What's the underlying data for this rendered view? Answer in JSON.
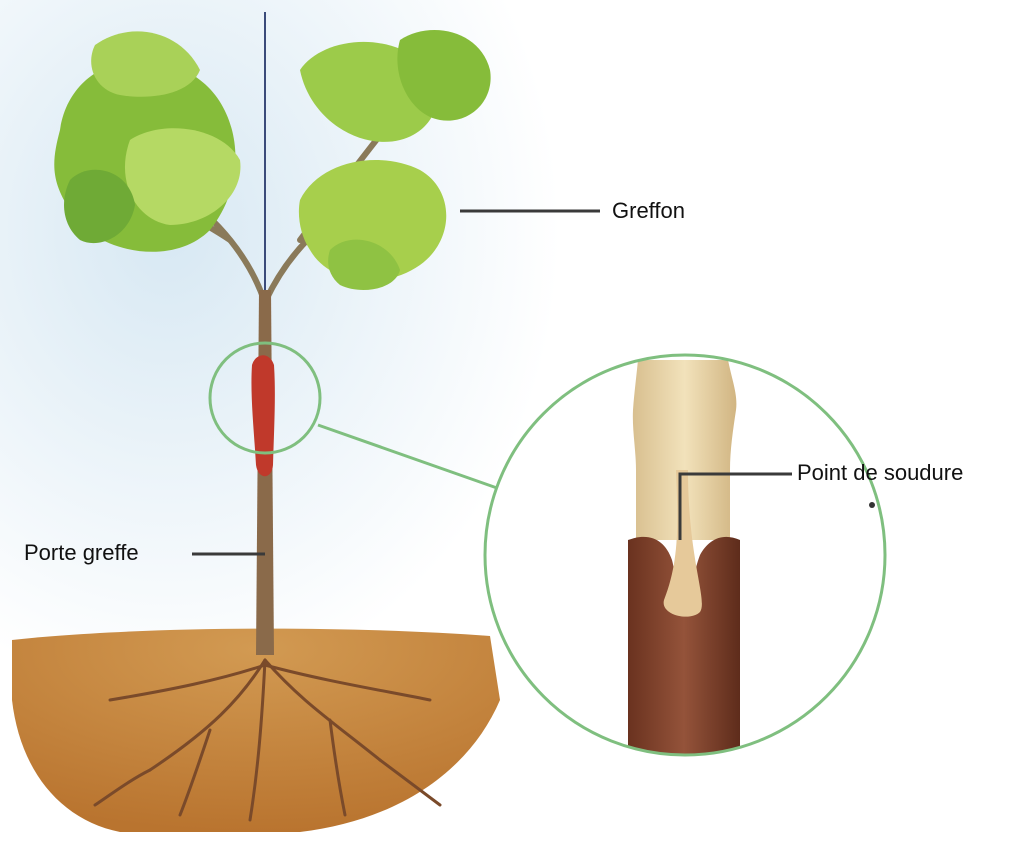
{
  "labels": {
    "scion": "Greffon",
    "rootstock": "Porte greffe",
    "graft_union": "Point de soudure"
  },
  "colors": {
    "sky": "#dbe9f2",
    "leaf_light": "#a7cf4c",
    "leaf_dark": "#5f9e2f",
    "stem": "#8a6a4a",
    "graft_red": "#c0392b",
    "soil": "#c8863f",
    "roots": "#7a4a2a",
    "magnifier_ring": "#7fbf7f",
    "scion_wood": "#e8d3a8",
    "rootstock_wood": "#7a3f2c",
    "leader_line": "#3a3a3a"
  },
  "icons": [
    "plant-illustration",
    "magnifier-circle",
    "soil-mound",
    "root-system"
  ]
}
